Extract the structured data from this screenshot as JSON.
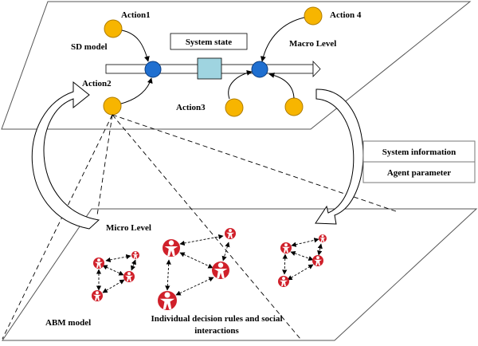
{
  "macro": {
    "sd_model": "SD model",
    "macro_level": "Macro Level",
    "system_state": "System state",
    "actions": [
      "Action1",
      "Action2",
      "Action3",
      "Action 4"
    ]
  },
  "info_box": {
    "system_information": "System information",
    "agent_parameter": "Agent parameter"
  },
  "micro": {
    "micro_level": "Micro Level",
    "abm_model": "ABM model",
    "rules_line1": "Individual decision rules and social",
    "rules_line2": "interactions"
  },
  "colors": {
    "action_node": "#f7b500",
    "flow_node": "#1f6fd0",
    "state_box": "#9fd4e0",
    "agent": "#d0202a"
  }
}
